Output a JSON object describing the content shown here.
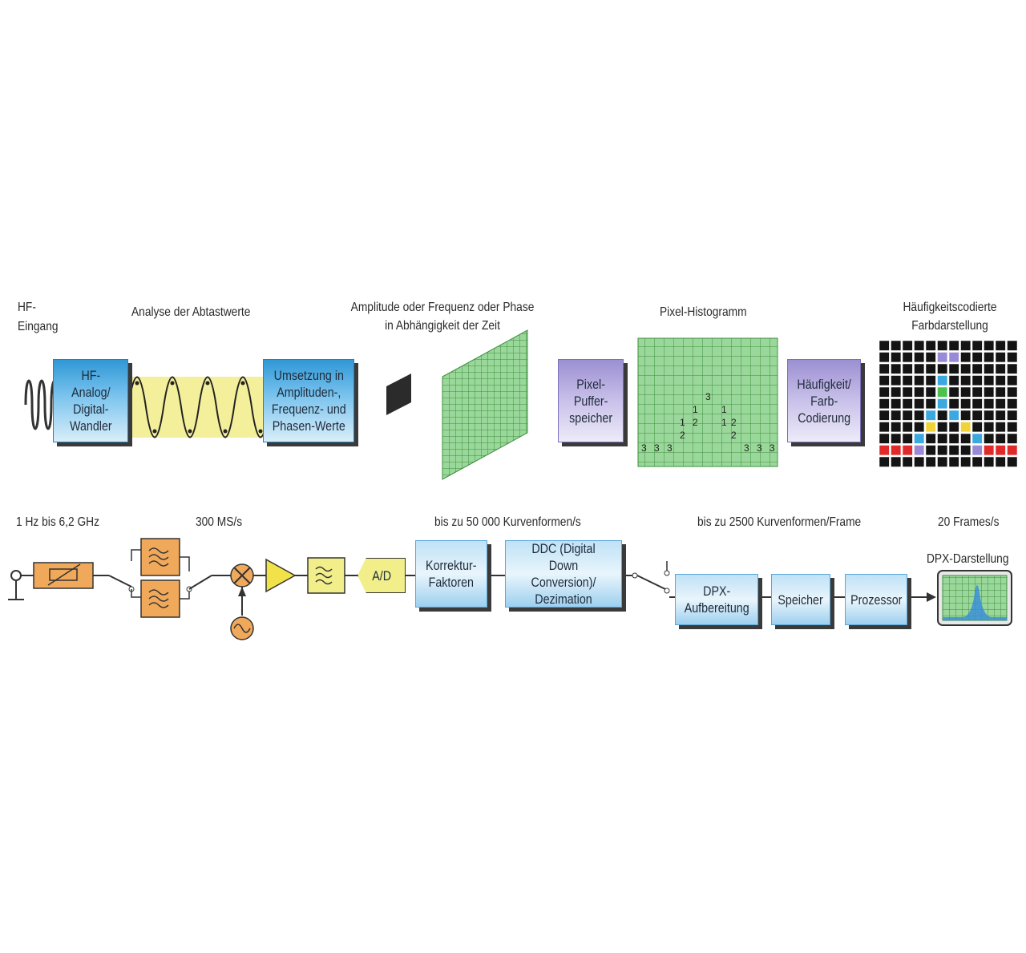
{
  "top": {
    "hf_input_label": "HF-\nEingang",
    "analysis_label": "Analyse der Abtastwerte",
    "amplitude_label": "Amplitude oder Frequenz oder Phase\nin Abhängigkeit der Zeit",
    "histogram_label": "Pixel-Histogramm",
    "color_display_label": "Häufigkeitscodierte\nFarbdarstellung",
    "adc_block": "HF-\nAnalog/\nDigital-\nWandler",
    "conversion_block": "Umsetzung in\nAmplituden-,\nFrequenz- und\nPhasen-Werte",
    "pixel_buffer_block": "Pixel-\nPuffer-\nspeicher",
    "frequency_color_block": "Häufigkeit/\nFarb-\nCodierung",
    "histogram_counts": [
      "3",
      "1",
      "1",
      "1",
      "2",
      "2",
      "1",
      "2",
      "2",
      "3",
      "3",
      "3",
      "3",
      "3",
      "3"
    ]
  },
  "bottom": {
    "freq_range_label": "1 Hz bis 6,2 GHz",
    "sample_rate_label": "300 MS/s",
    "waveforms_label": "bis zu 50 000 Kurvenformen/s",
    "waveforms_frame_label": "bis zu 2500 Kurvenformen/Frame",
    "frames_label": "20 Frames/s",
    "dpx_display_label": "DPX-Darstellung",
    "ad_block": "A/D",
    "correction_block": "Korrektur-\nFaktoren",
    "ddc_block": "DDC (Digital\nDown Conversion)/\nDezimation",
    "dpx_block": "DPX-\nAufbereitung",
    "memory_block": "Speicher",
    "processor_block": "Prozessor"
  },
  "colors": {
    "block_blue": "#2f98d6",
    "block_purple": "#9b8fd1",
    "grid_green": "#8fd48f",
    "filter_orange": "#f0a85a",
    "amp_yellow": "#f2e24a",
    "wave_band": "#f3ef9a"
  }
}
